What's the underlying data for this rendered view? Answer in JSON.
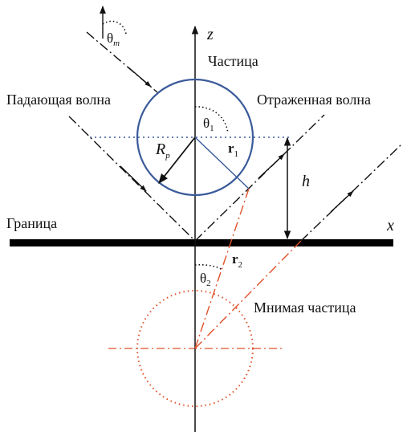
{
  "labels": {
    "z_axis": "z",
    "x_axis": "x",
    "particle": "Частица",
    "incident_wave": "Падающая волна",
    "reflected_wave": "Отраженная волна",
    "boundary": "Граница",
    "image_particle": "Мнимая частица",
    "height": "h",
    "radius": "R",
    "radius_sub": "p",
    "theta_m": "θ",
    "theta_m_sub": "m",
    "theta_1": "θ",
    "theta_1_sub": "1",
    "theta_2": "θ",
    "theta_2_sub": "2",
    "r1": "r",
    "r1_sub": "1",
    "r2": "r",
    "r2_sub": "2"
  },
  "colors": {
    "particle_circle": "#3a5a9a",
    "image_circle": "#e0502a",
    "image_rays": "#e0502a",
    "horizontal_dotted": "#3a5a9a",
    "boundary": "#000000",
    "lines": "#111111"
  }
}
